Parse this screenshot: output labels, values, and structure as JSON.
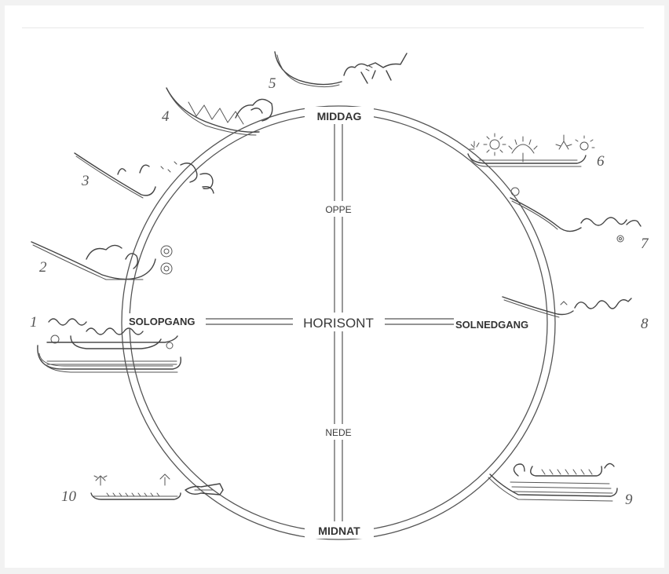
{
  "labels": {
    "top": "MIDDAG",
    "bottom": "MIDNAT",
    "left": "SOLOPGANG",
    "right": "SOLNEDGANG",
    "center": "HORISONT",
    "upper": "OPPE",
    "lower": "NEDE"
  },
  "numbers": [
    "1",
    "2",
    "3",
    "4",
    "5",
    "6",
    "7",
    "8",
    "9",
    "10"
  ]
}
